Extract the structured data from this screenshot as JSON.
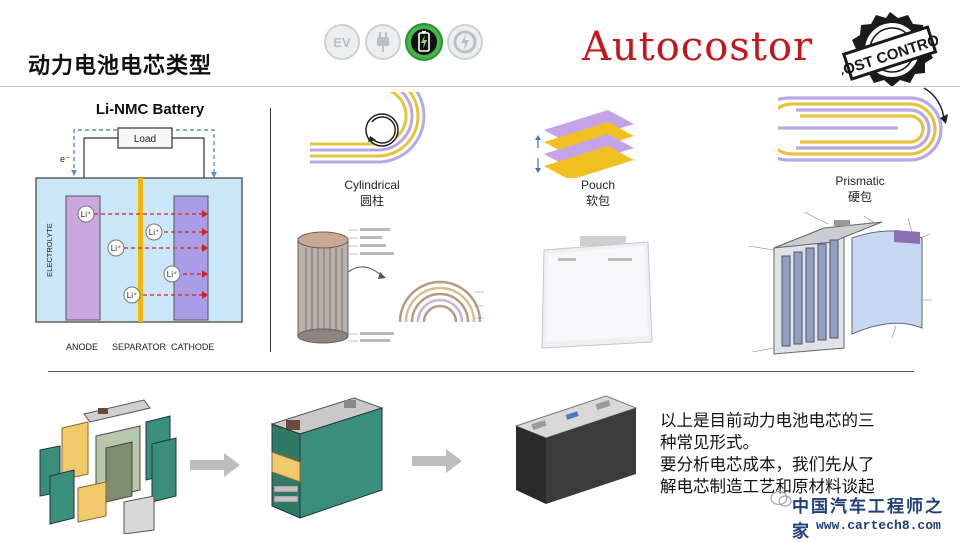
{
  "slide": {
    "title": "动力电池电芯类型",
    "brand": "Autocostor",
    "badge": {
      "top": "COST",
      "bottom": "CONTROL"
    },
    "top_icons": [
      {
        "label": "EV",
        "active": false
      },
      {
        "label": "plug",
        "active": false
      },
      {
        "label": "battery",
        "active": true
      },
      {
        "label": "charge",
        "active": false
      }
    ]
  },
  "battery_diagram": {
    "title": "Li-NMC Battery",
    "load": "Load",
    "electron": "e⁻",
    "electrolyte": "ELECTROLYTE",
    "anode": "ANODE",
    "separator": "SEPARATOR",
    "cathode": "CATHODE",
    "ions": [
      "Li⁺",
      "Li⁺",
      "Li⁺",
      "Li⁺",
      "Li⁺"
    ]
  },
  "cell_types": [
    {
      "en": "Cylindrical",
      "zh": "圆柱"
    },
    {
      "en": "Pouch",
      "zh": "软包"
    },
    {
      "en": "Prismatic",
      "zh": "硬包"
    }
  ],
  "description": [
    "以上是目前动力电池电芯的三",
    "种常见形式。",
    "要分析电芯成本，我们先从了",
    "解电芯制造工艺和原材料谈起"
  ],
  "watermark": {
    "name": "中国汽车工程师之家",
    "url": "www.cartech8.com"
  },
  "colors": {
    "brand_red": "#c4161c",
    "anode": "#c9a8e0",
    "cathode": "#a99de8",
    "separator": "#f0b800",
    "electrolyte": "#c9e7f6",
    "arrow_red": "#d42020"
  }
}
